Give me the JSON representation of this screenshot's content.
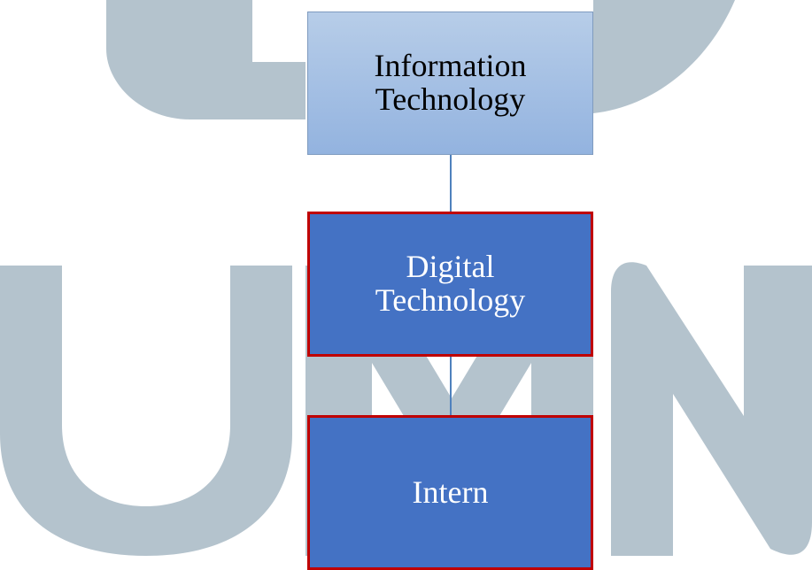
{
  "watermark": {
    "letters": [
      "U",
      "M",
      "N"
    ],
    "color": "#b4c3cd"
  },
  "diagram": {
    "nodes": [
      {
        "id": "information-technology",
        "label": "Information\nTechnology",
        "fill": "#a5c0e4",
        "border": "#7f9bbf",
        "text_color": "#000000"
      },
      {
        "id": "digital-technology",
        "label": "Digital\nTechnology",
        "fill": "#4472c4",
        "border": "#c00000",
        "text_color": "#ffffff"
      },
      {
        "id": "intern",
        "label": "Intern",
        "fill": "#4472c4",
        "border": "#c00000",
        "text_color": "#ffffff"
      }
    ],
    "connector_color": "#4f81bd"
  }
}
